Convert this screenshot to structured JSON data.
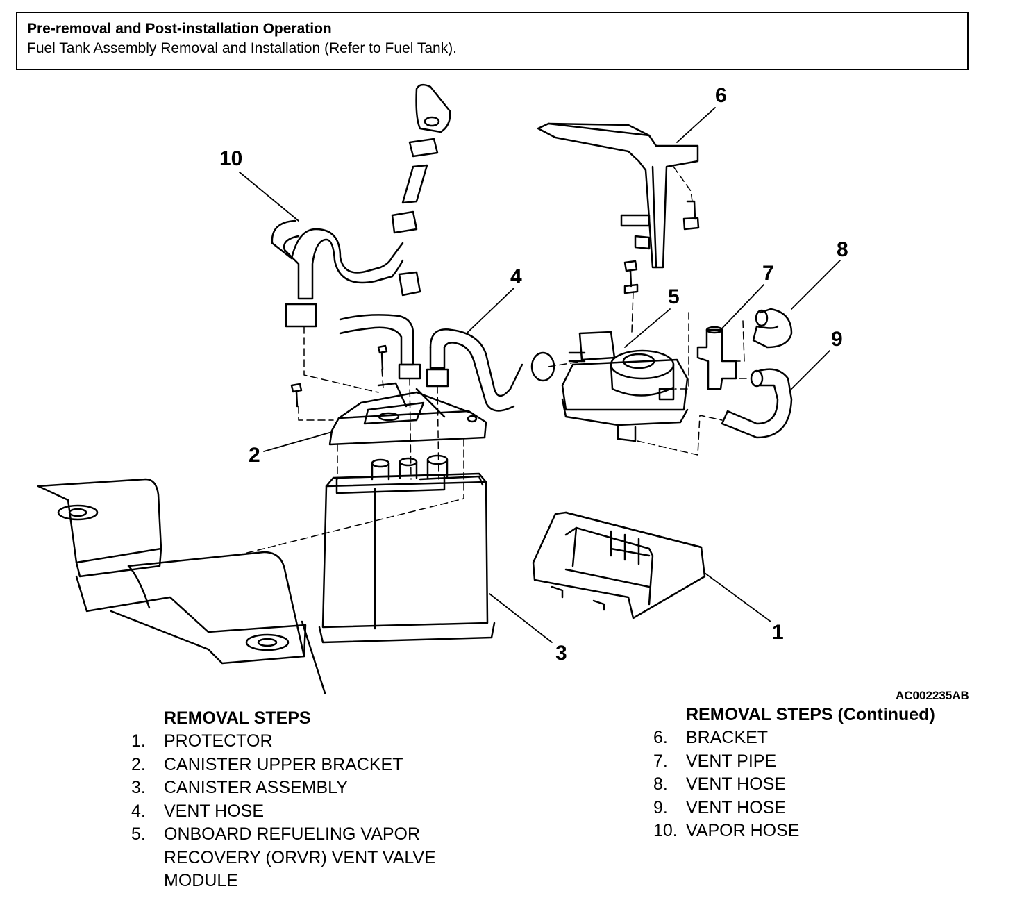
{
  "note": {
    "title": "Pre-removal and Post-installation Operation",
    "body": "Fuel Tank Assembly Removal and Installation (Refer to Fuel Tank)."
  },
  "diagram": {
    "figure_code": "AC002235AB",
    "callouts": [
      "1",
      "2",
      "3",
      "4",
      "5",
      "6",
      "7",
      "8",
      "9",
      "10"
    ]
  },
  "removal_steps": {
    "heading": "REMOVAL STEPS",
    "steps": [
      {
        "num": "1.",
        "label": "PROTECTOR"
      },
      {
        "num": "2.",
        "label": "CANISTER UPPER BRACKET"
      },
      {
        "num": "3.",
        "label": "CANISTER ASSEMBLY"
      },
      {
        "num": "4.",
        "label": "VENT HOSE"
      },
      {
        "num": "5.",
        "label": "ONBOARD REFUELING VAPOR\nRECOVERY (ORVR) VENT VALVE\nMODULE"
      }
    ]
  },
  "removal_steps_continued": {
    "heading": "REMOVAL STEPS (Continued)",
    "steps": [
      {
        "num": "6.",
        "label": "BRACKET"
      },
      {
        "num": "7.",
        "label": "VENT PIPE"
      },
      {
        "num": "8.",
        "label": "VENT HOSE"
      },
      {
        "num": "9.",
        "label": "VENT HOSE"
      },
      {
        "num": "10.",
        "label": "VAPOR HOSE"
      }
    ]
  }
}
